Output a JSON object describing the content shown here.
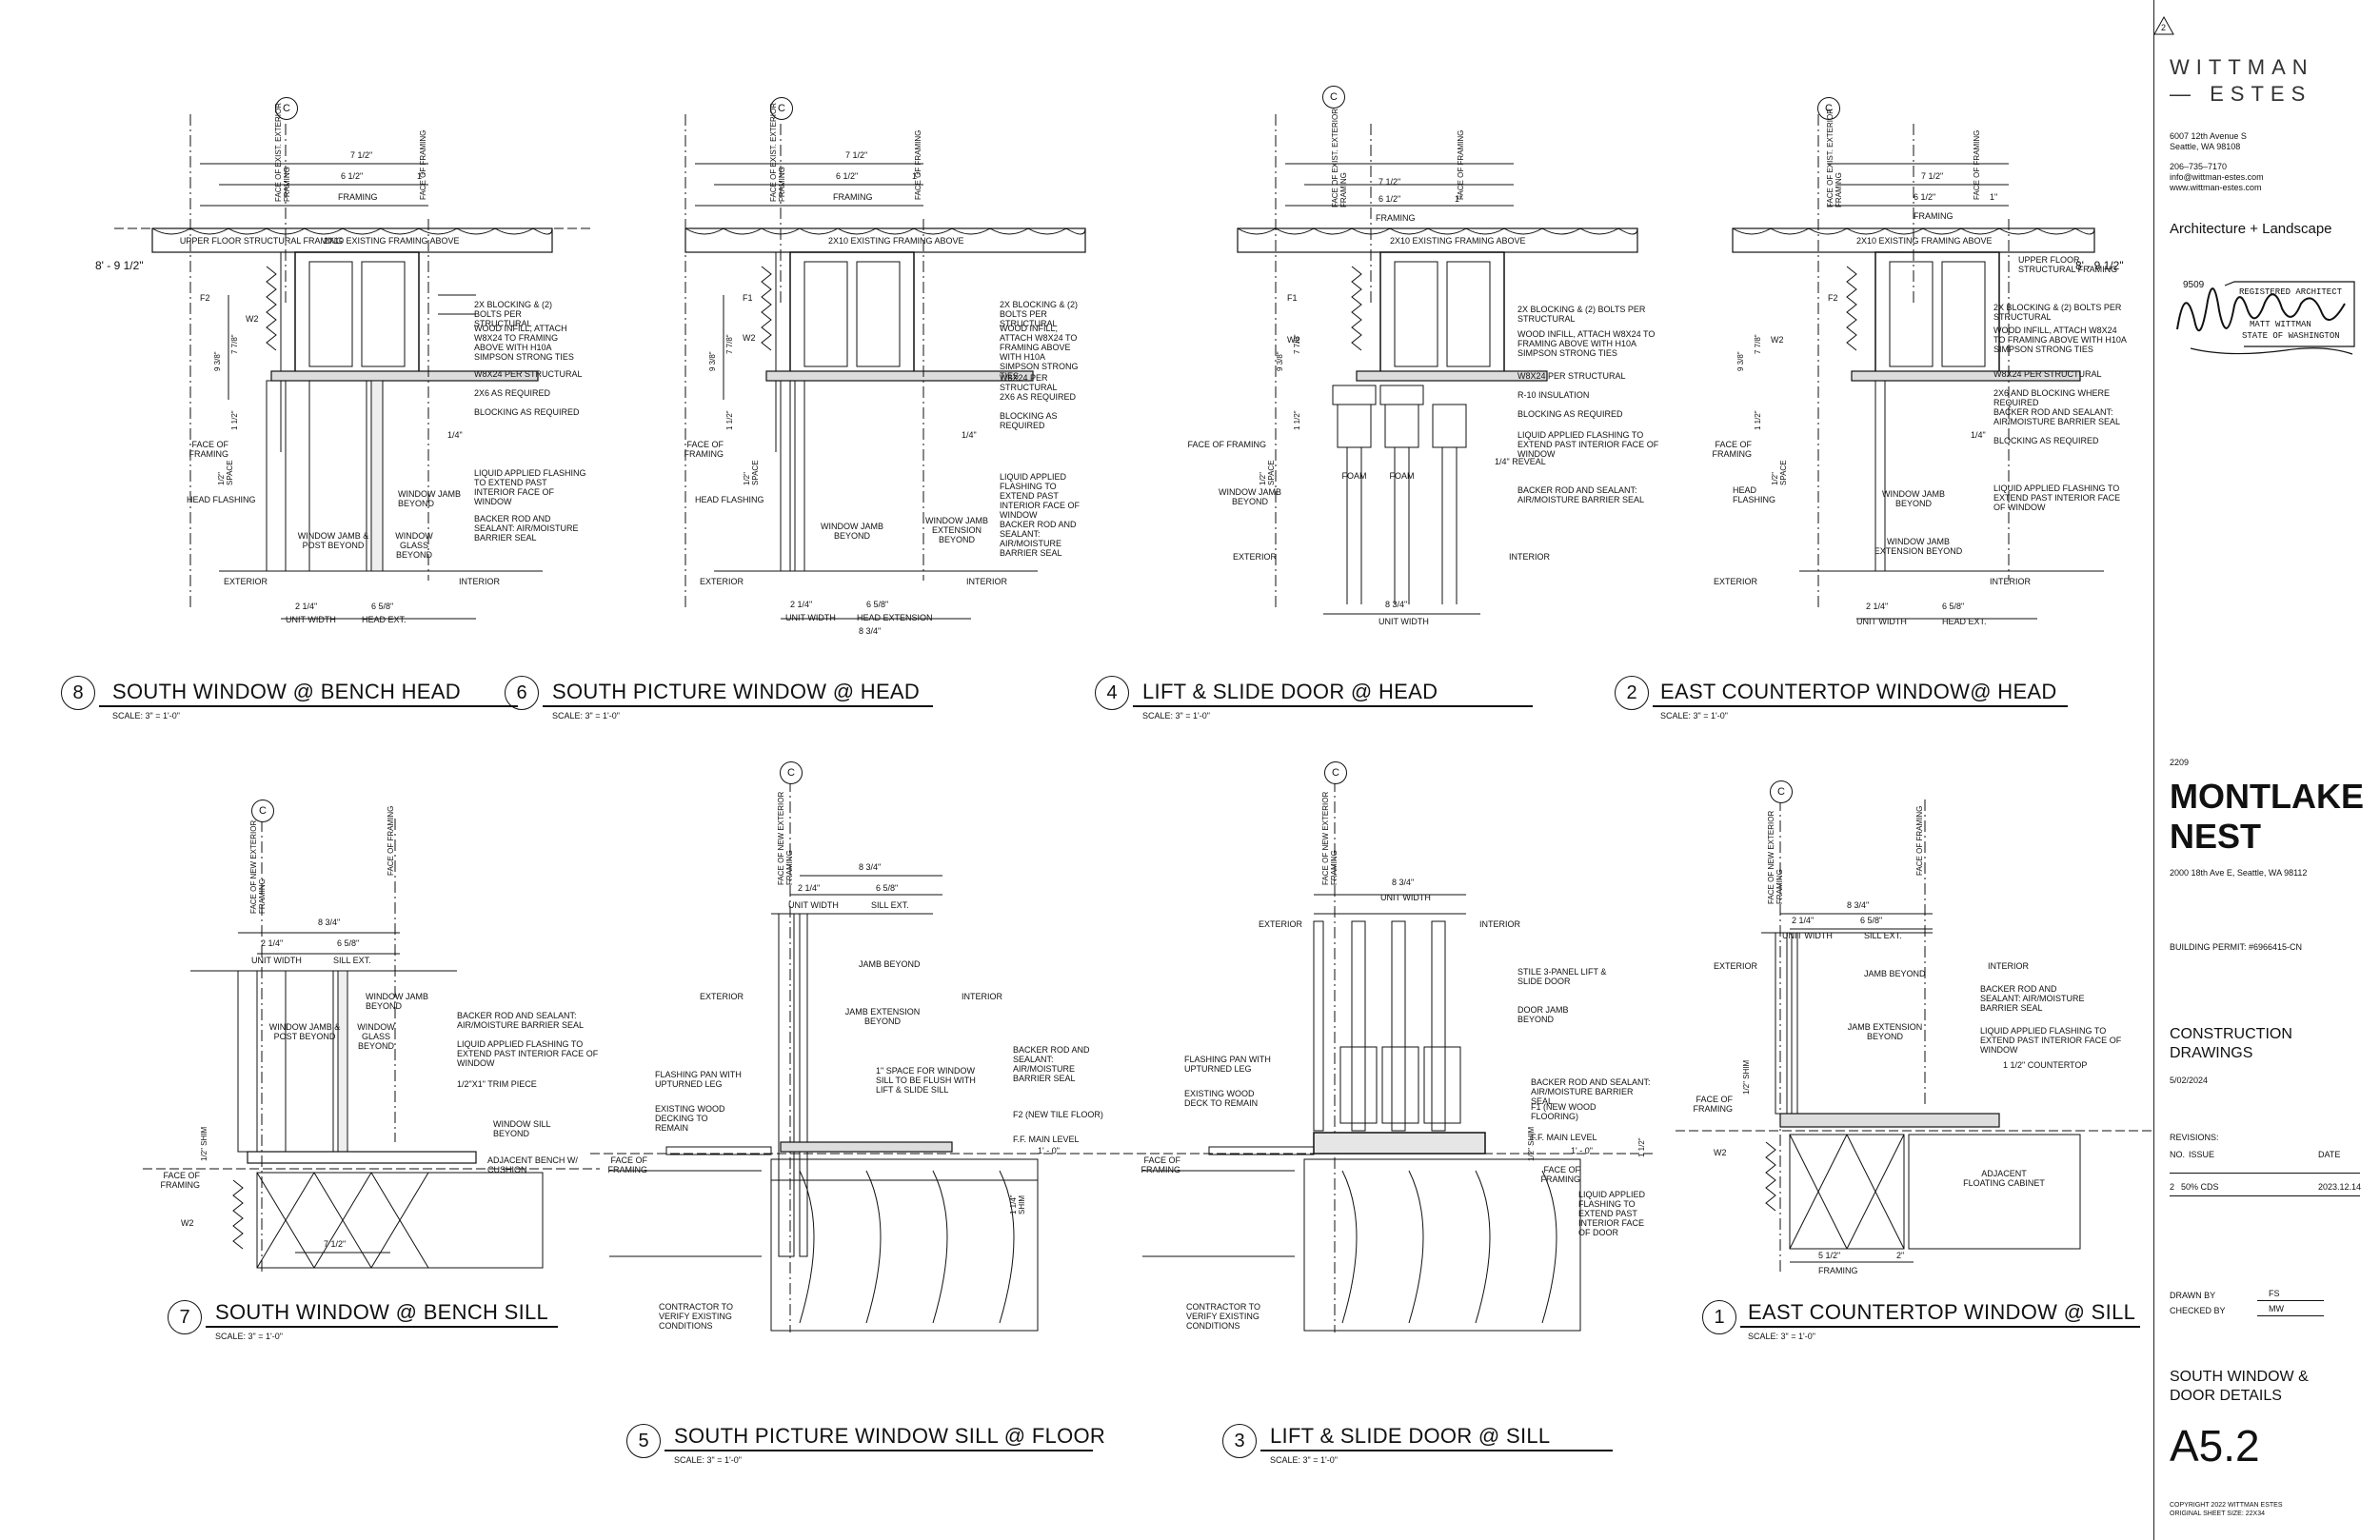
{
  "title_block": {
    "firm_line1": "WITTMAN",
    "firm_line2": "— ESTES",
    "address_line1": "6007 12th Avenue S",
    "address_line2": "Seattle, WA 98108",
    "phone": "206–735–7170",
    "email": "info@wittman-estes.com",
    "website": "www.wittman-estes.com",
    "discipline": "Architecture + Landscape",
    "stamp_number": "9509",
    "stamp_text": "REGISTERED ARCHITECT",
    "stamp_name": "MATT WITTMAN",
    "stamp_state": "STATE OF WASHINGTON",
    "project_number": "2209",
    "project_name_line1": "MONTLAKE",
    "project_name_line2": "NEST",
    "project_address": "2000 18th Ave E, Seattle, WA 98112",
    "permit": "BUILDING PERMIT: #6966415-CN",
    "set_line1": "CONSTRUCTION",
    "set_line2": "DRAWINGS",
    "set_date": "5/02/2024",
    "revisions_label": "REVISIONS:",
    "rev_col_no": "NO.",
    "rev_col_issue": "ISSUE",
    "rev_col_date": "DATE",
    "rev_no": "2",
    "rev_issue": "50% CDS",
    "rev_date": "2023.12.14",
    "drawn_by_label": "DRAWN BY",
    "drawn_by": "FS",
    "checked_by_label": "CHECKED BY",
    "checked_by": "MW",
    "sheet_title_line1": "SOUTH WINDOW &",
    "sheet_title_line2": "DOOR DETAILS",
    "sheet_number": "A5.2",
    "copyright": "COPYRIGHT 2022 WITTMAN ESTES",
    "original_size": "ORIGINAL SHEET SIZE: 22X34",
    "revision_flag": "2"
  },
  "grid_letter": "C",
  "details": [
    {
      "number": "8",
      "title": "SOUTH WINDOW @ BENCH HEAD",
      "scale": "SCALE:   3\" = 1'-0\"",
      "dims_top": [
        "7 1/2\"",
        "6 1/2\"",
        "1\""
      ],
      "framing": "FRAMING",
      "vertical_labels": [
        "FACE OF EXIST. EXTERIOR FRAMING",
        "FACE OF FRAMING"
      ],
      "elevation": "8' - 9 1/2\"",
      "left_notes": [
        "UPPER FLOOR STRUCTURAL FRAMING",
        "F2",
        "W2",
        "FACE OF FRAMING",
        "HEAD FLASHING",
        "EXTERIOR"
      ],
      "notes": [
        "2X10 EXISTING FRAMING ABOVE",
        "2X BLOCKING & (2) BOLTS PER STRUCTURAL",
        "WOOD INFILL, ATTACH W8X24 TO FRAMING ABOVE WITH H10A SIMPSON STRONG TIES",
        "W8X24 PER STRUCTURAL",
        "2X6 AS REQUIRED",
        "BLOCKING AS REQUIRED",
        "LIQUID APPLIED FLASHING TO EXTEND PAST INTERIOR FACE OF WINDOW",
        "BACKER ROD AND SEALANT: AIR/MOISTURE BARRIER SEAL"
      ],
      "inner_notes": [
        "WINDOW JAMB BEYOND",
        "WINDOW JAMB & POST BEYOND",
        "WINDOW GLASS BEYOND",
        "INTERIOR"
      ],
      "side_dims": [
        "9 3/8\"",
        "7 7/8\"",
        "1 1/2\"",
        "1/2\" SPACE",
        "1/4\""
      ],
      "dims_bottom": [
        "2 1/4\"",
        "6 5/8\"",
        "UNIT WIDTH",
        "HEAD EXT."
      ]
    },
    {
      "number": "6",
      "title": "SOUTH PICTURE WINDOW @ HEAD",
      "scale": "SCALE:   3\" = 1'-0\"",
      "dims_top": [
        "7 1/2\"",
        "6 1/2\"",
        "1\""
      ],
      "framing": "FRAMING",
      "vertical_labels": [
        "FACE OF EXIST. EXTERIOR FRAMING",
        "FACE OF FRAMING"
      ],
      "left_notes": [
        "F1",
        "W2",
        "FACE OF FRAMING",
        "HEAD FLASHING",
        "EXTERIOR"
      ],
      "notes": [
        "2X10 EXISTING FRAMING ABOVE",
        "2X BLOCKING & (2) BOLTS PER STRUCTURAL",
        "WOOD INFILL, ATTACH W8X24 TO FRAMING ABOVE WITH H10A SIMPSON STRONG TIES",
        "W8X24 PER STRUCTURAL",
        "2X6 AS REQUIRED",
        "BLOCKING AS REQUIRED",
        "LIQUID APPLIED FLASHING TO EXTEND PAST INTERIOR FACE OF WINDOW",
        "BACKER ROD AND SEALANT: AIR/MOISTURE BARRIER SEAL"
      ],
      "inner_notes": [
        "WINDOW JAMB BEYOND",
        "WINDOW JAMB EXTENSION BEYOND",
        "INTERIOR"
      ],
      "side_dims": [
        "9 3/8\"",
        "7 7/8\"",
        "1 1/2\"",
        "1/2\" SPACE",
        "1/4\""
      ],
      "dims_bottom": [
        "2 1/4\"",
        "6 5/8\"",
        "UNIT WIDTH",
        "HEAD EXTENSION",
        "8 3/4\""
      ]
    },
    {
      "number": "4",
      "title": "LIFT & SLIDE DOOR @ HEAD",
      "scale": "SCALE:   3\" = 1'-0\"",
      "dims_top": [
        "7 1/2\"",
        "6 1/2\"",
        "1\""
      ],
      "framing": "FRAMING",
      "vertical_labels": [
        "FACE OF EXIST. EXTERIOR FRAMING",
        "FACE OF FRAMING"
      ],
      "left_notes": [
        "F1",
        "W2",
        "FACE OF FRAMING",
        "WINDOW JAMB BEYOND",
        "EXTERIOR"
      ],
      "notes": [
        "2X10 EXISTING FRAMING ABOVE",
        "2X BLOCKING & (2) BOLTS PER STRUCTURAL",
        "WOOD INFILL, ATTACH W8X24 TO FRAMING ABOVE WITH H10A SIMPSON STRONG TIES",
        "W8X24 PER STRUCTURAL",
        "R-10 INSULATION",
        "BLOCKING AS REQUIRED",
        "LIQUID APPLIED FLASHING TO EXTEND PAST INTERIOR FACE OF WINDOW",
        "BACKER ROD AND SEALANT: AIR/MOISTURE BARRIER SEAL"
      ],
      "inner_notes": [
        "FOAM",
        "FOAM",
        "1/4\" REVEAL",
        "INTERIOR"
      ],
      "side_dims": [
        "9 3/8\"",
        "7 7/8\"",
        "1 1/2\"",
        "1/2\" SPACE"
      ],
      "dims_bottom": [
        "8 3/4\"",
        "UNIT WIDTH"
      ]
    },
    {
      "number": "2",
      "title": "EAST COUNTERTOP WINDOW@ HEAD",
      "scale": "SCALE:   3\" = 1'-0\"",
      "dims_top": [
        "7 1/2\"",
        "6 1/2\"",
        "1\""
      ],
      "framing": "FRAMING",
      "vertical_labels": [
        "FACE OF EXIST. EXTERIOR FRAMING",
        "FACE OF FRAMING"
      ],
      "elevation": "8' - 9 1/2\"",
      "left_notes": [
        "F2",
        "W2",
        "FACE OF FRAMING",
        "HEAD FLASHING",
        "EXTERIOR"
      ],
      "notes": [
        "UPPER FLOOR STRUCTURAL FRAMING",
        "2X10 EXISTING FRAMING ABOVE",
        "2X BLOCKING & (2) BOLTS PER STRUCTURAL",
        "WOOD INFILL, ATTACH W8X24 TO FRAMING ABOVE WITH H10A SIMPSON STRONG TIES",
        "W8X24 PER STRUCTURAL",
        "2X6 AND BLOCKING WHERE REQUIRED",
        "BACKER ROD AND SEALANT: AIR/MOISTURE BARRIER SEAL",
        "BLOCKING AS REQUIRED",
        "LIQUID APPLIED FLASHING TO EXTEND PAST INTERIOR FACE OF WINDOW"
      ],
      "inner_notes": [
        "WINDOW JAMB BEYOND",
        "WINDOW JAMB EXTENSION BEYOND",
        "INTERIOR"
      ],
      "side_dims": [
        "9 3/8\"",
        "7 7/8\"",
        "1 1/2\"",
        "1/2\" SPACE",
        "1/4\""
      ],
      "dims_bottom": [
        "2 1/4\"",
        "6 5/8\"",
        "UNIT WIDTH",
        "HEAD EXT."
      ]
    },
    {
      "number": "7",
      "title": "SOUTH WINDOW @ BENCH SILL",
      "scale": "SCALE:   3\" = 1'-0\"",
      "dims_top": [
        "8 3/4\"",
        "2 1/4\"",
        "6 5/8\"",
        "UNIT WIDTH",
        "SILL EXT."
      ],
      "vertical_labels": [
        "FACE OF NEW EXTERIOR FRAMING",
        "FACE OF FRAMING"
      ],
      "left_notes": [
        "1/2\" SHIM",
        "FACE OF FRAMING",
        "W2"
      ],
      "notes": [
        "WINDOW JAMB BEYOND",
        "BACKER ROD AND SEALANT: AIR/MOISTURE BARRIER SEAL",
        "LIQUID APPLIED FLASHING TO EXTEND PAST INTERIOR FACE OF WINDOW",
        "1/2\"X1\" TRIM PIECE",
        "WINDOW SILL BEYOND",
        "ADJACENT BENCH W/ CUSHION"
      ],
      "inner_notes": [
        "WINDOW JAMB & POST BEYOND",
        "WINDOW GLASS BEYOND",
        "7 1/2\""
      ]
    },
    {
      "number": "5",
      "title": "SOUTH PICTURE WINDOW SILL @ FLOOR",
      "scale": "SCALE:   3\" = 1'-0\"",
      "dims_top": [
        "8 3/4\"",
        "2 1/4\"",
        "6 5/8\"",
        "UNIT WIDTH",
        "SILL EXT."
      ],
      "vertical_labels": [
        "FACE OF NEW EXTERIOR FRAMING"
      ],
      "left_notes": [
        "EXTERIOR",
        "FLASHING PAN WITH UPTURNED LEG",
        "EXISTING WOOD DECKING TO REMAIN",
        "FACE OF FRAMING",
        "CONTRACTOR TO VERIFY EXISTING CONDITIONS"
      ],
      "notes": [
        "JAMB BEYOND",
        "JAMB EXTENSION BEYOND",
        "INTERIOR",
        "1\" SPACE FOR WINDOW SILL TO BE FLUSH WITH LIFT & SLIDE SILL",
        "BACKER ROD AND SEALANT: AIR/MOISTURE BARRIER SEAL",
        "F2 (NEW TILE FLOOR)",
        "F.F. MAIN LEVEL",
        "1' - 0\"",
        "1 1/4\" SHIM"
      ]
    },
    {
      "number": "3",
      "title": "LIFT & SLIDE DOOR @ SILL",
      "scale": "SCALE:   3\" = 1'-0\"",
      "dims_top": [
        "8 3/4\"",
        "UNIT WIDTH"
      ],
      "vertical_labels": [
        "FACE OF NEW EXTERIOR FRAMING"
      ],
      "left_notes": [
        "EXTERIOR",
        "FLASHING PAN WITH UPTURNED LEG",
        "EXISTING WOOD DECK TO REMAIN",
        "FACE OF FRAMING",
        "CONTRACTOR TO VERIFY EXISTING CONDITIONS"
      ],
      "notes": [
        "INTERIOR",
        "STILE 3-PANEL LIFT & SLIDE DOOR",
        "DOOR JAMB BEYOND",
        "BACKER ROD AND SEALANT: AIR/MOISTURE BARRIER SEAL",
        "F1 (NEW WOOD FLOORING)",
        "F.F. MAIN LEVEL",
        "1' - 0\"",
        "FACE OF FRAMING",
        "LIQUID APPLIED FLASHING TO EXTEND PAST INTERIOR FACE OF DOOR",
        "1 1/2\"",
        "1/2\" SHIM"
      ]
    },
    {
      "number": "1",
      "title": "EAST COUNTERTOP WINDOW @ SILL",
      "scale": "SCALE:   3\" = 1'-0\"",
      "dims_top": [
        "8 3/4\"",
        "2 1/4\"",
        "6 5/8\"",
        "UNIT WIDTH",
        "SILL EXT."
      ],
      "vertical_labels": [
        "FACE OF NEW EXTERIOR FRAMING",
        "FACE OF FRAMING"
      ],
      "left_notes": [
        "EXTERIOR",
        "1/2\" SHIM",
        "FACE OF FRAMING",
        "W2"
      ],
      "notes": [
        "INTERIOR",
        "JAMB BEYOND",
        "BACKER ROD AND SEALANT: AIR/MOISTURE BARRIER SEAL",
        "LIQUID APPLIED FLASHING TO EXTEND PAST INTERIOR FACE OF WINDOW",
        "1 1/2\" COUNTERTOP",
        "ADJACENT FLOATING CABINET"
      ],
      "inner_notes": [
        "JAMB EXTENSION BEYOND",
        "5 1/2\"",
        "2\"",
        "FRAMING"
      ]
    }
  ]
}
